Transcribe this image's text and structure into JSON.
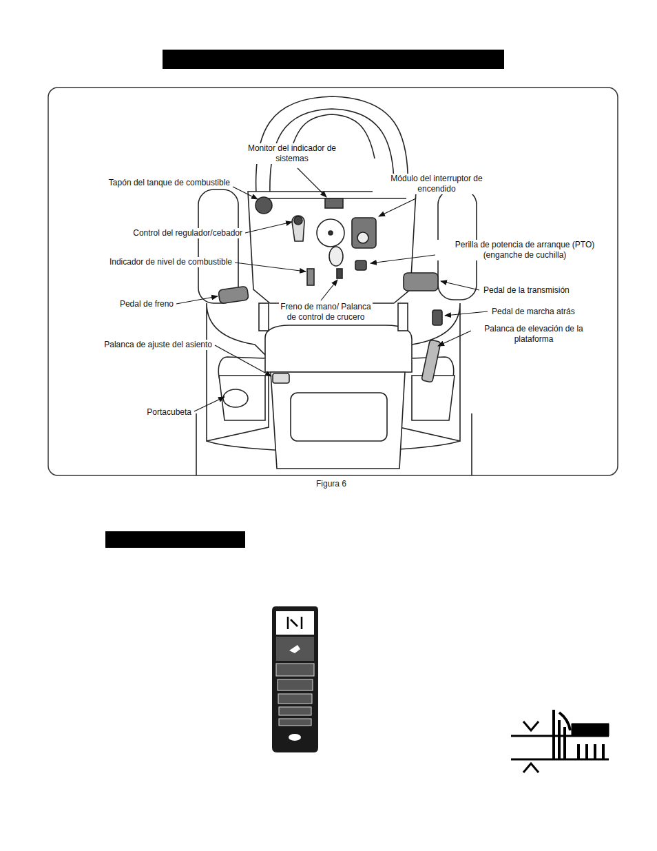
{
  "diagram": {
    "caption": "Figura 6",
    "labels": [
      "Monitor del indicador de sistemas",
      "Tapón del tanque de combustible",
      "Módulo del interruptor de encendido",
      "Control del regulador/cebador",
      "Perilla de potencia de arranque (PTO) (enganche de cuchilla)",
      "Indicador de nivel de combustible",
      "Pedal de la transmisión",
      "Pedal de freno",
      "Freno de mano/ Palanca de control de crucero",
      "Pedal de marcha atrás",
      "Palanca de ajuste del asiento",
      "Palanca de elevación de la plataforma",
      "Portacubeta"
    ]
  }
}
